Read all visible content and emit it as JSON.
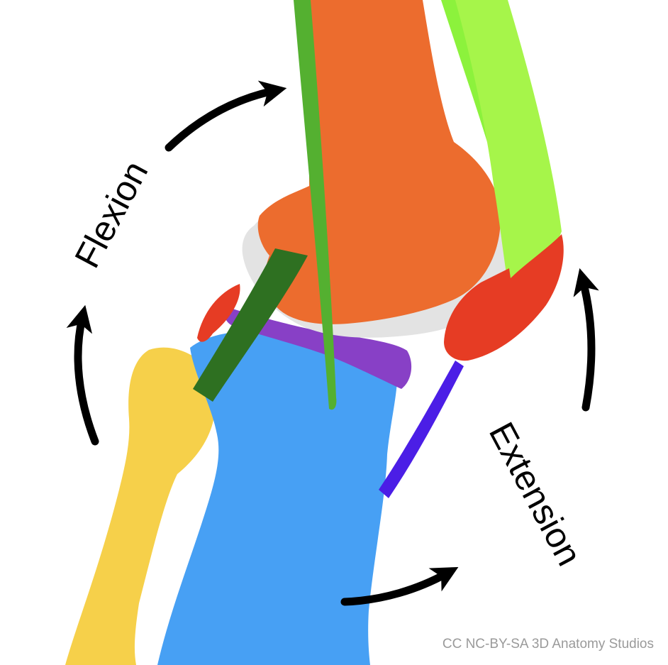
{
  "labels": {
    "flexion": "Flexion",
    "extension": "Extension"
  },
  "credit": "CC NC-BY-SA 3D Anatomy Studios",
  "colors": {
    "background": "#ffffff",
    "femur": "#ec6c2e",
    "cartilage": "#e3e3e3",
    "tibia": "#47a0f4",
    "fibula": "#f6d04a",
    "meniscus": "#8840c6",
    "ligament_dark_green": "#2e7021",
    "tendon_green": "#54b030",
    "muscle_light_green": "#a6f54a",
    "muscle_bright_green": "#8cf23c",
    "patella_red": "#e63c24",
    "patellar_ligament": "#4b1ee6",
    "arrow": "#000000",
    "credit_text": "#9a9a9a"
  }
}
